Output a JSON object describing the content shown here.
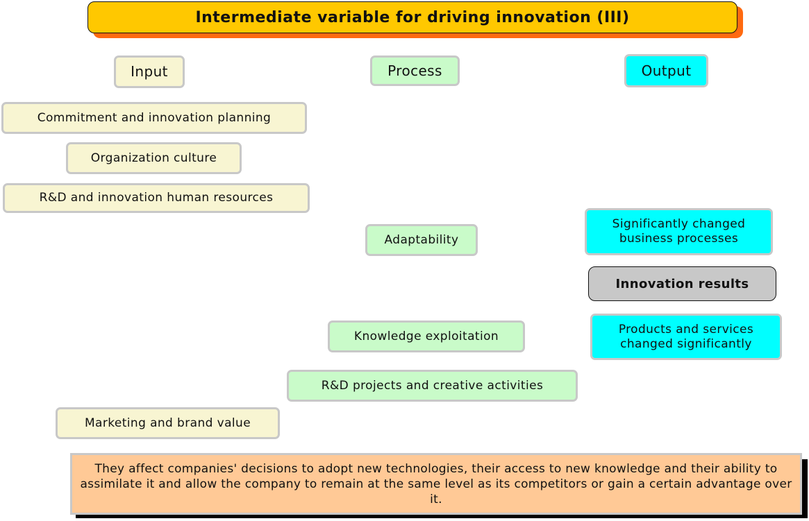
{
  "title": "Intermediate variable for driving innovation (III)",
  "columns": {
    "input": "Input",
    "process": "Process",
    "output": "Output"
  },
  "input_items": [
    "Commitment and innovation planning",
    "Organization culture",
    "R&D and innovation human resources",
    "Marketing and brand value"
  ],
  "process_items": [
    "Adaptability",
    "Knowledge exploitation",
    "R&D projects and creative activities"
  ],
  "output_items": [
    "Significantly changed business processes",
    "Products and services changed significantly"
  ],
  "center": "Innovation results",
  "note": "They affect companies' decisions to adopt new technologies, their access to new knowledge and their ability to assimilate it and allow the company to remain at the same level as its competitors or gain a certain advantage over it.",
  "colors": {
    "title_bg": "#ffc800",
    "title_shadow": "#ff6a10",
    "input_bg": "#f8f5d2",
    "process_bg": "#c9fbc9",
    "output_bg": "#00ffff",
    "result_bg": "#c8c8c8",
    "note_bg": "#ffc996"
  }
}
